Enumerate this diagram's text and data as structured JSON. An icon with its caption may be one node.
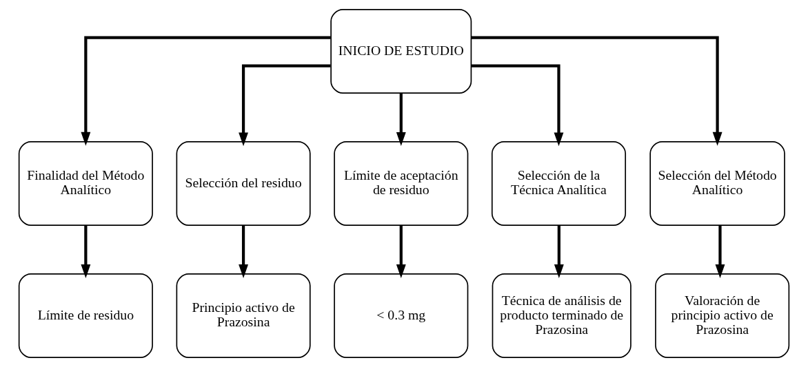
{
  "diagram": {
    "nodes": [
      {
        "text": [
          "INICIO DE ESTUDIO"
        ]
      },
      {
        "text": [
          "Finalidad del Método Analítico"
        ]
      },
      {
        "text": [
          "Selección del residuo"
        ]
      },
      {
        "text": [
          "Límite de aceptación de residuo"
        ]
      },
      {
        "text": [
          "Selección de la Técnica Analítica"
        ]
      },
      {
        "text": [
          "Selección del Método Analítico"
        ]
      },
      {
        "text": [
          "Límite de residuo"
        ]
      },
      {
        "text": [
          "Principio activo de Prazosina"
        ]
      },
      {
        "text": [
          "< 0.3 mg"
        ]
      },
      {
        "text": [
          "Técnica de análisis de producto terminado de Prazosina"
        ]
      },
      {
        "text": [
          "Valoración de principio activo de Prazosina"
        ]
      }
    ],
    "edges": [
      {
        "from": 0,
        "to": 1,
        "arrow": "to"
      },
      {
        "from": 0,
        "to": 2,
        "arrow": "to"
      },
      {
        "from": 0,
        "to": 3,
        "arrow": "to"
      },
      {
        "from": 0,
        "to": 4,
        "arrow": "to"
      },
      {
        "from": 0,
        "to": 5,
        "arrow": "to"
      },
      {
        "from": 1,
        "to": 6,
        "arrow": "to"
      },
      {
        "from": 2,
        "to": 7,
        "arrow": "to"
      },
      {
        "from": 3,
        "to": 8,
        "arrow": "to"
      },
      {
        "from": 4,
        "to": 9,
        "arrow": "to"
      },
      {
        "from": 5,
        "to": 10,
        "arrow": "to"
      }
    ]
  }
}
